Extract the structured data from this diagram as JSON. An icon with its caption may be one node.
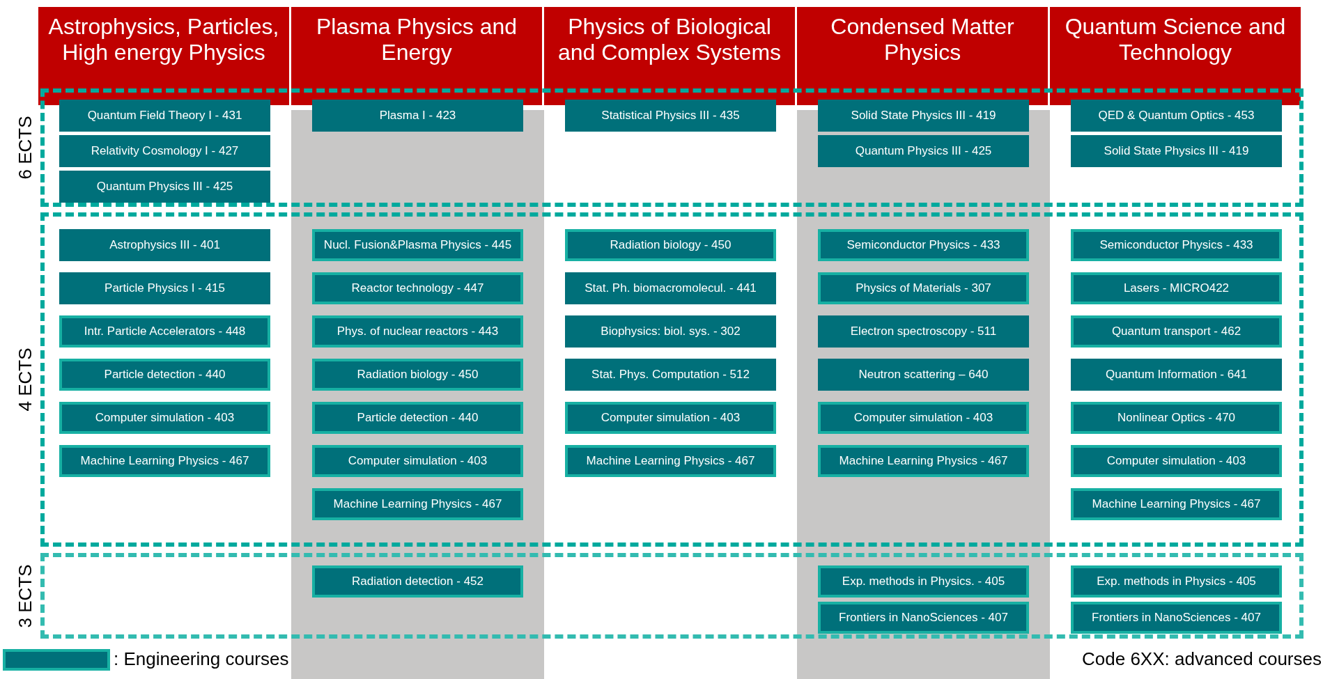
{
  "diagram": {
    "nodes": [
      {
        "text": [
          "Astrophysics, Particles, High energy Physics"
        ]
      },
      {
        "text": [
          "Plasma Physics and Energy"
        ]
      },
      {
        "text": [
          "Physics of Biological and Complex Systems"
        ]
      },
      {
        "text": [
          "Condensed Matter Physics"
        ]
      },
      {
        "text": [
          "Quantum Science and Technology"
        ]
      },
      {
        "text": [
          "6 ECTS"
        ]
      },
      {
        "text": [
          "Quantum Field Theory I - 431"
        ],
        "in": 5
      },
      {
        "text": [
          "Relativity Cosmology I - 427"
        ],
        "in": 5
      },
      {
        "text": [
          "Quantum Physics III - 425"
        ],
        "in": 5
      },
      {
        "text": [
          "Plasma I - 423"
        ],
        "in": 5
      },
      {
        "text": [
          "Statistical Physics III - 435"
        ],
        "in": 5
      },
      {
        "text": [
          "Solid State Physics III - 419"
        ],
        "in": 5
      },
      {
        "text": [
          "Quantum Physics III - 425"
        ],
        "in": 5
      },
      {
        "text": [
          "QED & Quantum Optics - 453"
        ],
        "in": 5
      },
      {
        "text": [
          "Solid State Physics III - 419"
        ],
        "in": 5
      },
      {
        "text": [
          "4 ECTS"
        ]
      },
      {
        "text": [
          "Astrophysics III - 401"
        ],
        "in": 15
      },
      {
        "text": [
          "Particle Physics I - 415"
        ],
        "in": 15
      },
      {
        "text": [
          "Intr. Particle Accelerators - 448"
        ],
        "in": 15
      },
      {
        "text": [
          "Particle detection - 440"
        ],
        "in": 15
      },
      {
        "text": [
          "Computer simulation - 403"
        ],
        "in": 15
      },
      {
        "text": [
          "Machine Learning Physics - 467"
        ],
        "in": 15
      },
      {
        "text": [
          "Nucl. Fusion&Plasma Physics - 445"
        ],
        "in": 15
      },
      {
        "text": [
          "Reactor technology - 447"
        ],
        "in": 15
      },
      {
        "text": [
          "Phys. of nuclear reactors - 443"
        ],
        "in": 15
      },
      {
        "text": [
          "Radiation biology - 450"
        ],
        "in": 15
      },
      {
        "text": [
          "Particle detection - 440"
        ],
        "in": 15
      },
      {
        "text": [
          "Computer simulation - 403"
        ],
        "in": 15
      },
      {
        "text": [
          "Machine Learning Physics - 467"
        ],
        "in": 15
      },
      {
        "text": [
          "Radiation biology - 450"
        ],
        "in": 15
      },
      {
        "text": [
          "Stat. Ph. biomacromolecul. - 441"
        ],
        "in": 15
      },
      {
        "text": [
          "Biophysics: biol. sys. - 302"
        ],
        "in": 15
      },
      {
        "text": [
          "Stat. Phys. Computation - 512"
        ],
        "in": 15
      },
      {
        "text": [
          "Computer simulation - 403"
        ],
        "in": 15
      },
      {
        "text": [
          "Machine Learning Physics - 467"
        ],
        "in": 15
      },
      {
        "text": [
          "Semiconductor Physics  - 433"
        ],
        "in": 15
      },
      {
        "text": [
          "Physics of Materials - 307"
        ],
        "in": 15
      },
      {
        "text": [
          "Electron spectroscopy - 511"
        ],
        "in": 15
      },
      {
        "text": [
          "Neutron scattering – 640"
        ],
        "in": 15
      },
      {
        "text": [
          "Computer simulation - 403"
        ],
        "in": 15
      },
      {
        "text": [
          "Machine Learning Physics - 467"
        ],
        "in": 15
      },
      {
        "text": [
          "Semiconductor Physics - 433"
        ],
        "in": 15
      },
      {
        "text": [
          "Lasers - MICRO422"
        ],
        "in": 15
      },
      {
        "text": [
          "Quantum transport - 462"
        ],
        "in": 15
      },
      {
        "text": [
          "Quantum Information - 641"
        ],
        "in": 15
      },
      {
        "text": [
          "Nonlinear Optics - 470"
        ],
        "in": 15
      },
      {
        "text": [
          "Computer simulation - 403"
        ],
        "in": 15
      },
      {
        "text": [
          "Machine Learning Physics - 467"
        ],
        "in": 15
      },
      {
        "text": [
          "3 ECTS"
        ]
      },
      {
        "text": [
          "Radiation detection - 452"
        ],
        "in": 48
      },
      {
        "text": [
          "Exp. methods in Physics. - 405"
        ],
        "in": 48
      },
      {
        "text": [
          "Frontiers in NanoSciences - 407"
        ],
        "in": 48
      },
      {
        "text": [
          "Exp. methods in Physics - 405"
        ],
        "in": 48
      },
      {
        "text": [
          "Frontiers in NanoSciences - 407"
        ],
        "in": 48
      }
    ],
    "labels": [
      "Code 6XX: advanced courses"
    ],
    "legend": [
      {
        "text": ": Engineering courses"
      }
    ]
  }
}
